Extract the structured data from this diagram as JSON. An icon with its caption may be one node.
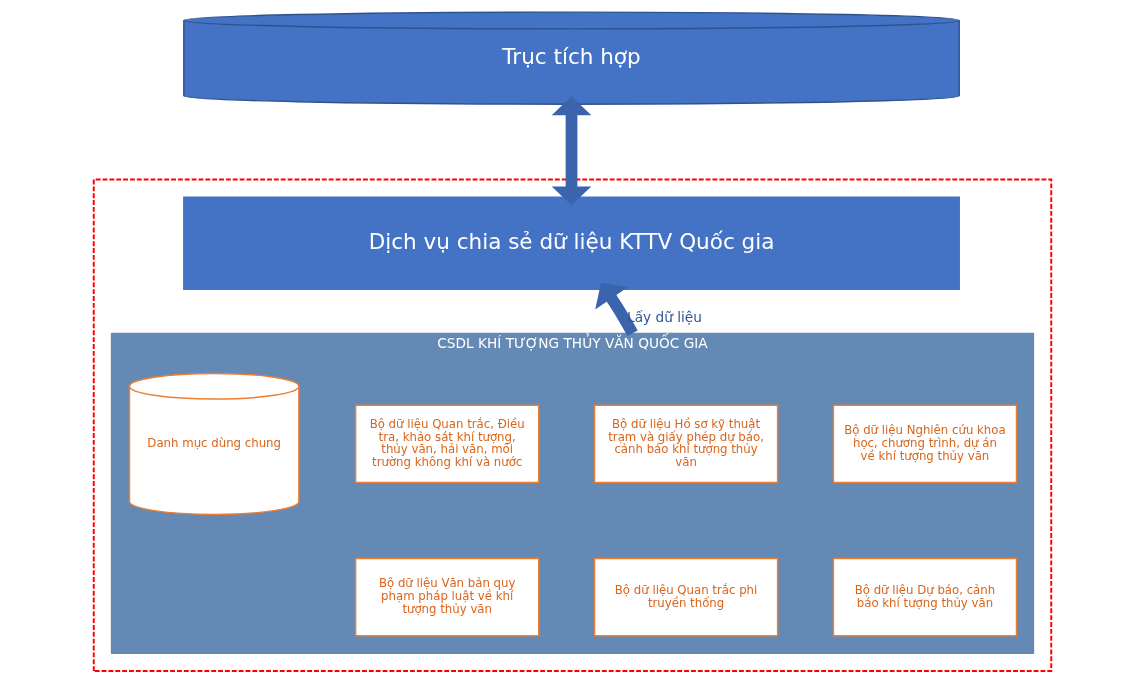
{
  "diagram": {
    "nodes": [
      {
        "text": [
          "Trục tích hợp"
        ]
      },
      {
        "text": [],
        "shape": "box"
      },
      {
        "text": [
          "Dịch vụ chia sẻ dữ liệu KTTV Quốc gia"
        ],
        "in": 1
      },
      {
        "text": [
          "CSDL KHÍ TƯỢNG THỦY VĂN QUỐC GIA"
        ],
        "in": 1
      },
      {
        "text": [
          "Danh mục dùng chung"
        ],
        "in": 3
      },
      {
        "text": [
          "Bộ dữ liệu Quan trắc, Điều tra, khảo sát khí tượng, thủy văn, hải văn, môi trường không khí và nước"
        ],
        "in": 3
      },
      {
        "text": [
          "Bộ dữ liệu Hồ sơ kỹ thuật trạm và giấy phép dự báo, cảnh báo khí tượng thủy văn"
        ],
        "in": 3
      },
      {
        "text": [
          "Bộ dữ liệu Nghiên cứu khoa học, chương trình, dự án về khí tượng thủy văn"
        ],
        "in": 3
      },
      {
        "text": [
          "Bộ dữ liệu Văn bản quy phạm pháp luật về khí tượng thủy văn"
        ],
        "in": 3
      },
      {
        "text": [
          "Bộ dữ liệu Quan trắc phi truyền thống"
        ],
        "in": 3
      },
      {
        "text": [
          "Bộ dữ liệu Dự báo, cảnh báo khí tượng thủy văn"
        ],
        "in": 3
      }
    ],
    "edges": [
      {
        "from": 0,
        "to": 2,
        "arrow": "both"
      },
      {
        "from": 3,
        "to": 2,
        "arrow": "to",
        "label": "Lấy dữ liệu"
      }
    ]
  }
}
